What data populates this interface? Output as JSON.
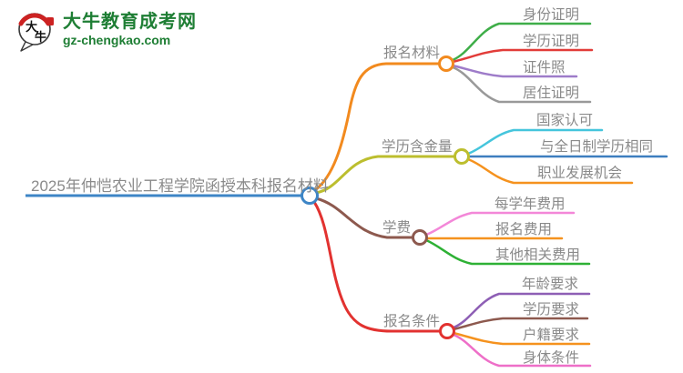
{
  "logo": {
    "icon_text_top": "大",
    "icon_text_bottom": "牛",
    "site_name": "大牛教育成考网",
    "site_url": "gz-chengkao.com",
    "brand_green": "#1e7e34",
    "icon_red": "#cc2222"
  },
  "mindmap": {
    "text_color": "#8a8a8a",
    "root": {
      "label": "2025年仲恺农业工程学院函授本科报名材料",
      "color": "#3d85c6"
    },
    "branches": [
      {
        "label": "报名材料",
        "color": "#f28a1e",
        "children": [
          {
            "label": "身份证明",
            "color": "#3fae49"
          },
          {
            "label": "学历证明",
            "color": "#e23c39"
          },
          {
            "label": "证件照",
            "color": "#9e7cc9"
          },
          {
            "label": "居住证明",
            "color": "#999999"
          }
        ]
      },
      {
        "label": "学历含金量",
        "color": "#bcbe2e",
        "children": [
          {
            "label": "国家认可",
            "color": "#45c5dc"
          },
          {
            "label": "与全日制学历相同",
            "color": "#3d7ebf"
          },
          {
            "label": "职业发展机会",
            "color": "#f5921e"
          }
        ]
      },
      {
        "label": "学费",
        "color": "#8d594e",
        "children": [
          {
            "label": "每学年费用",
            "color": "#f387d8"
          },
          {
            "label": "报名费用",
            "color": "#f5921e"
          },
          {
            "label": "其他相关费用",
            "color": "#2eb135"
          }
        ]
      },
      {
        "label": "报名条件",
        "color": "#e23230",
        "children": [
          {
            "label": "年龄要求",
            "color": "#8e5fb5"
          },
          {
            "label": "学历要求",
            "color": "#8d594e"
          },
          {
            "label": "户籍要求",
            "color": "#f5921e"
          },
          {
            "label": "身体条件",
            "color": "#ee6fc8"
          }
        ]
      }
    ]
  }
}
